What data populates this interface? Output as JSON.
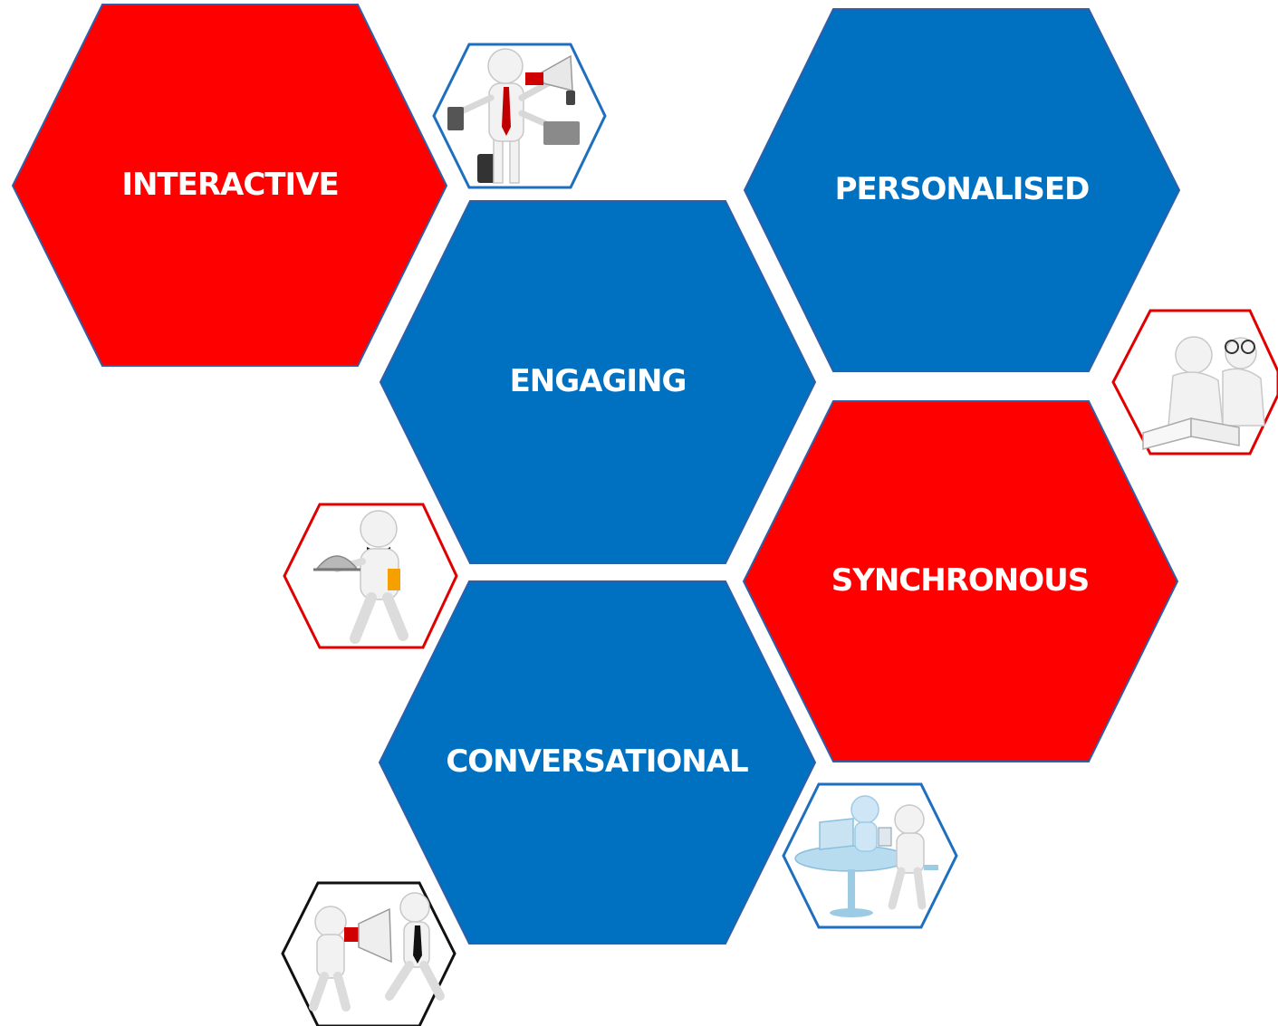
{
  "colors": {
    "red": "#ff0000",
    "blue": "#0070c0",
    "hex_outline": "#2e5fa8",
    "white": "#ffffff"
  },
  "hexagons": [
    {
      "id": "interactive",
      "label": "INTERACTIVE",
      "color": "red"
    },
    {
      "id": "personalised",
      "label": "PERSONALISED",
      "color": "blue"
    },
    {
      "id": "engaging",
      "label": "ENGAGING",
      "color": "blue"
    },
    {
      "id": "synchronous",
      "label": "SYNCHRONOUS",
      "color": "red"
    },
    {
      "id": "conversational",
      "label": "CONVERSATIONAL",
      "color": "blue"
    }
  ],
  "icons": [
    {
      "id": "multitasking-person-icon",
      "border_color": "#1f6fbf"
    },
    {
      "id": "reading-people-icon",
      "border_color": "#e00000"
    },
    {
      "id": "waiter-person-icon",
      "border_color": "#e00000"
    },
    {
      "id": "meeting-table-icon",
      "border_color": "#1f6fbf"
    },
    {
      "id": "megaphone-shouting-icon",
      "border_color": "#111111"
    }
  ]
}
